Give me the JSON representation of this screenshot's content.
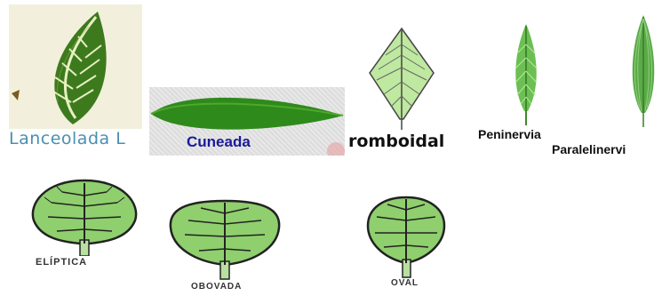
{
  "leaves": [
    {
      "name": "lanceolada",
      "label": "Lanceolada L",
      "color": "#4a8fb0"
    },
    {
      "name": "cuneada",
      "label": "Cuneada",
      "color": "#1a1a9a"
    },
    {
      "name": "romboidal",
      "label": "romboidal",
      "color": "#111111"
    },
    {
      "name": "peninervia",
      "label": "Peninervia",
      "color": "#111111"
    },
    {
      "name": "paralelinervia",
      "label": "Paralelinervi",
      "color": "#111111"
    },
    {
      "name": "eliptica",
      "label": "ELÍPTICA",
      "color": "#333333"
    },
    {
      "name": "obovada",
      "label": "OBOVADA",
      "color": "#333333"
    },
    {
      "name": "oval",
      "label": "OVAL",
      "color": "#333333"
    }
  ]
}
